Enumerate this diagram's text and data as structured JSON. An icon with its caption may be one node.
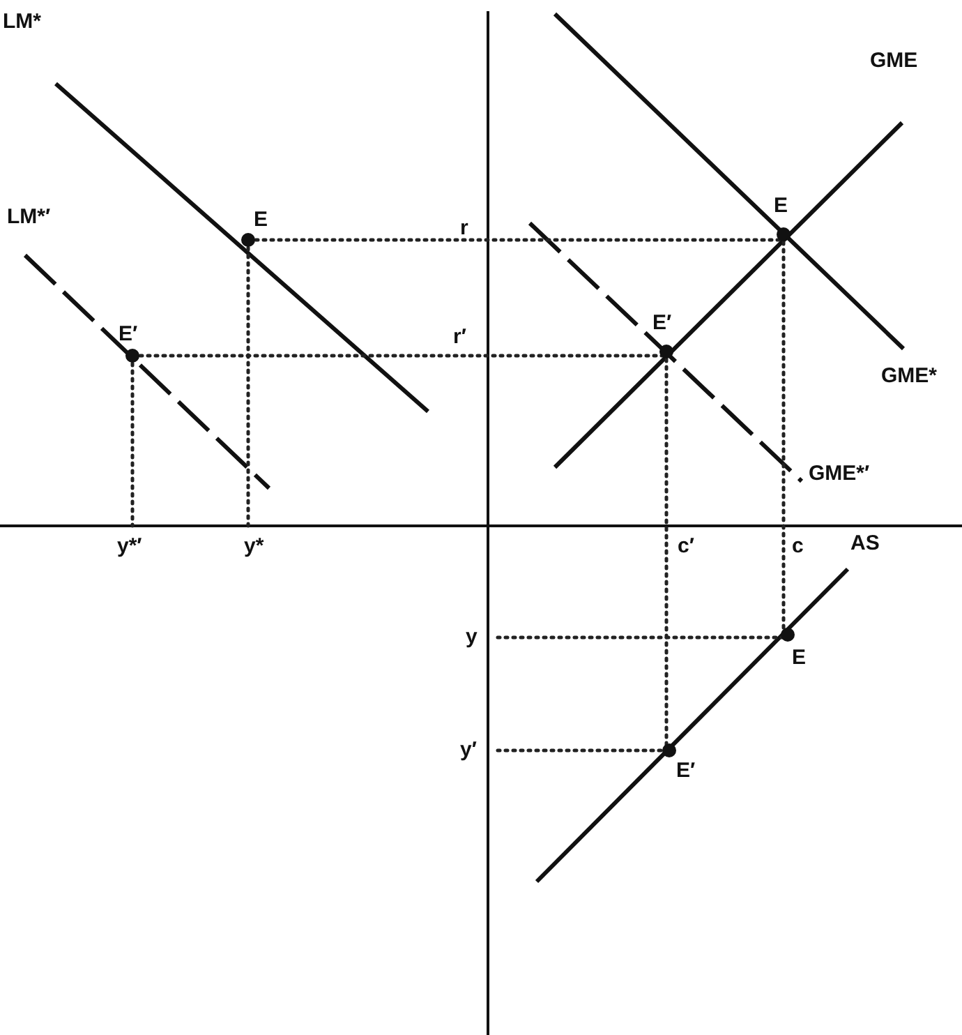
{
  "diagram": {
    "labels": [
      "LM*",
      "GME",
      "LM*′",
      "E",
      "r",
      "E",
      "E′",
      "r′",
      "E′",
      "GME*",
      "GME*′",
      "y*′",
      "y*",
      "c′",
      "c",
      "AS",
      "y",
      "E",
      "y′",
      "E′"
    ]
  }
}
